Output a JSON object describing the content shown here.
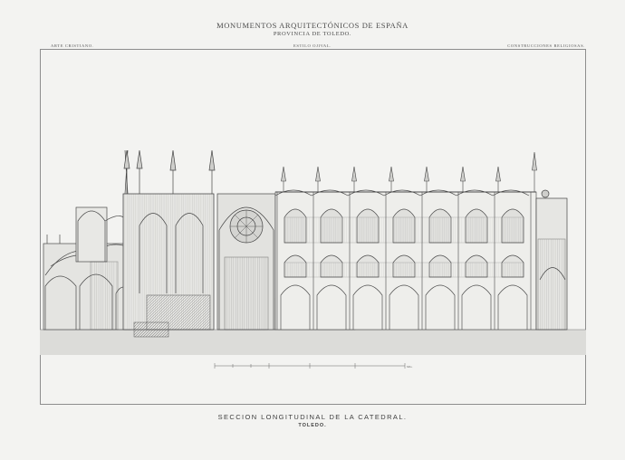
{
  "plate": {
    "title": "MONUMENTOS ARQUITECTÓNICOS DE ESPAÑA",
    "subtitle": "PROVINCIA DE TOLEDO.",
    "header_left": "ARTE CRISTIANO.",
    "header_center": "ESTILO OJIVAL.",
    "header_right": "CONSTRUCCIONES RELIGIOSAS.",
    "caption": "SECCION LONGITUDINAL DE LA CATEDRAL.",
    "place": "TOLEDO.",
    "scale_unit": "Mts."
  },
  "colors": {
    "ink": "#3a3a3a",
    "paper": "#f3f3f1",
    "wash": "#d9d9d6"
  }
}
